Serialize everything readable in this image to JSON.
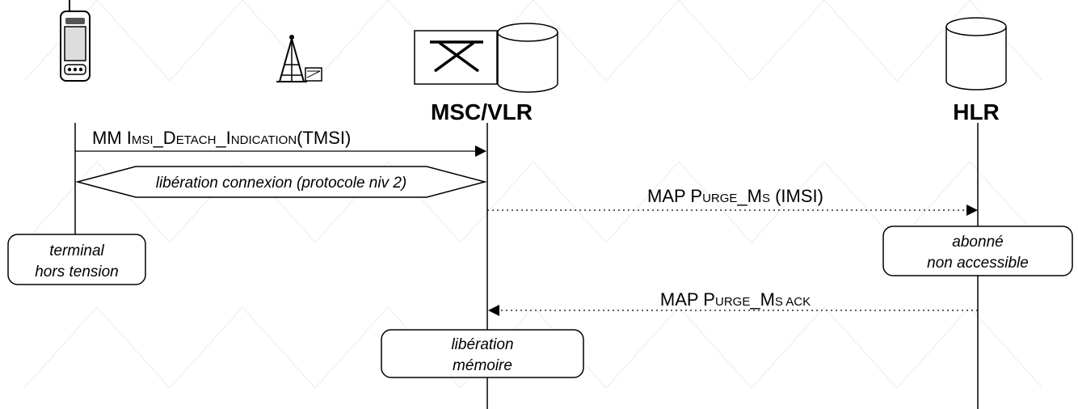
{
  "entities": {
    "terminal": {
      "icon": "mobile-phone-icon"
    },
    "bts": {
      "icon": "antenna-tower-icon"
    },
    "msc_vlr": {
      "icon": "switch-database-icon",
      "label": "MSC/VLR"
    },
    "hlr": {
      "icon": "database-icon",
      "label": "HLR"
    }
  },
  "messages": {
    "imsi_detach": {
      "prefix": "MM I",
      "sc1": "MSI",
      "mid1": "_D",
      "sc2": "ETACH",
      "mid2": "_I",
      "sc3": "NDICATION",
      "suffix": "(TMSI)"
    },
    "liberation_connexion": "libération connexion (protocole niv 2)",
    "purge_ms": {
      "prefix": "MAP P",
      "sc1": "URGE",
      "mid": "_M",
      "sc2": "S",
      "suffix": " (IMSI)"
    },
    "purge_ms_ack": {
      "prefix": "MAP P",
      "sc1": "URGE",
      "mid": "_M",
      "sc2": "S ACK"
    }
  },
  "notes": {
    "terminal_off": [
      "terminal",
      "hors tension"
    ],
    "subscriber_unreachable": [
      "abonné",
      "non accessible"
    ],
    "memory_release": [
      "libération",
      "mémoire"
    ]
  }
}
